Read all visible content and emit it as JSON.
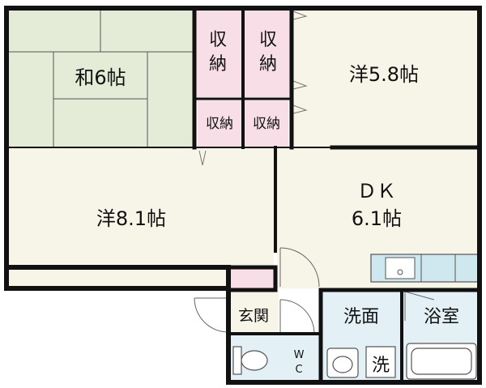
{
  "rooms": {
    "washitsu": {
      "label": "和6帖"
    },
    "closet_top_left": {
      "label_line1": "収",
      "label_line2": "納"
    },
    "closet_top_right": {
      "label_line1": "収",
      "label_line2": "納"
    },
    "closet_small_left": {
      "label": "収納"
    },
    "closet_small_right": {
      "label": "収納"
    },
    "western_room_ne": {
      "label": "洋5.8帖"
    },
    "western_room_w": {
      "label": "洋8.1帖"
    },
    "dining_kitchen": {
      "label_line1": "ＤＫ",
      "label_line2": "6.1帖"
    },
    "entrance": {
      "label": "玄関"
    },
    "washroom": {
      "label": "洗面"
    },
    "bathroom": {
      "label": "浴室"
    },
    "washer": {
      "label": "洗"
    },
    "toilet": {
      "label_line1": "W",
      "label_line2": "C"
    }
  },
  "colors": {
    "tatami_fill": "#e4ecd8",
    "room_fill": "#f7f4e8",
    "closet_fill": "#f8dfe7",
    "wet_area_fill": "#e3f1f7",
    "wall": "#111111"
  }
}
